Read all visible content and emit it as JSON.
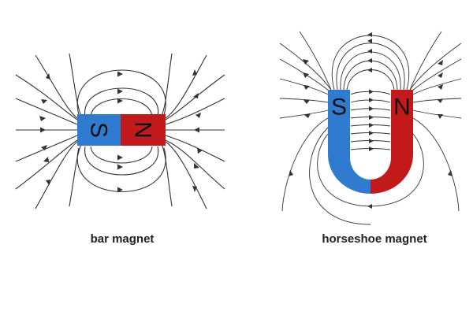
{
  "diagrams": [
    {
      "id": "bar",
      "caption": "bar magnet",
      "south_label": "S",
      "north_label": "N"
    },
    {
      "id": "horseshoe",
      "caption": "horseshoe magnet",
      "south_label": "S",
      "north_label": "N"
    }
  ],
  "colors": {
    "south": "#2f7bd0",
    "north": "#c21a1a",
    "field_line": "#333333"
  }
}
